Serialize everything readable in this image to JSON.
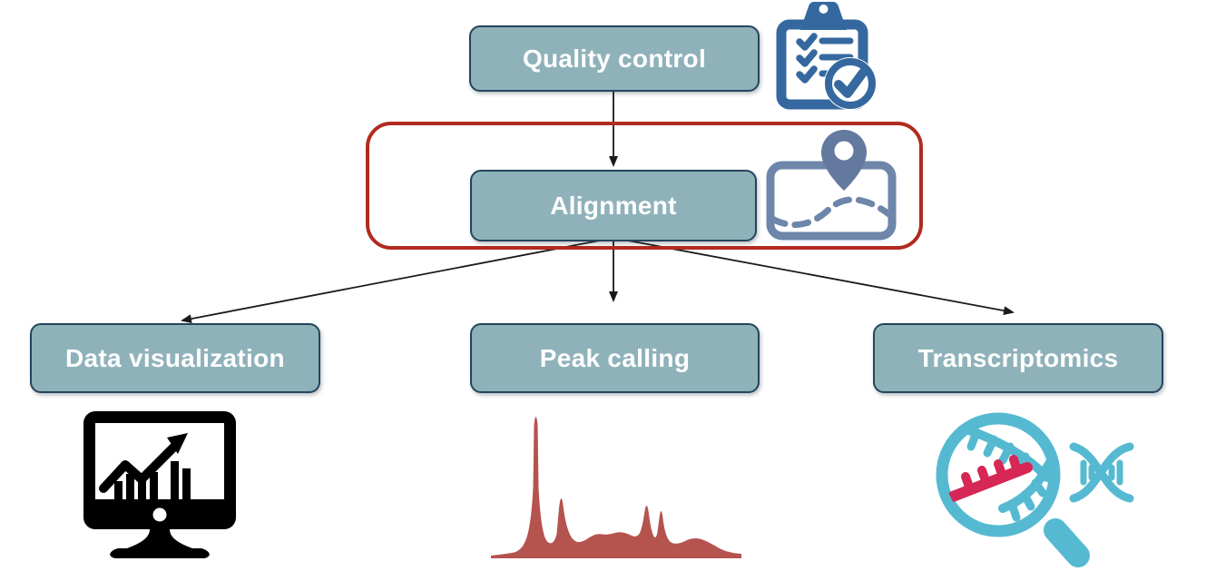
{
  "figure": {
    "type": "flowchart",
    "description": "Sequencing analysis workflow with highlighted alignment step"
  },
  "nodes": {
    "quality_control": {
      "label": "Quality control",
      "icon": "clipboard-checklist-icon"
    },
    "alignment": {
      "label": "Alignment",
      "icon": "map-location-pin-icon",
      "highlighted": true
    },
    "data_visualization": {
      "label": "Data visualization",
      "icon": "monitor-chart-icon"
    },
    "peak_calling": {
      "label": "Peak calling",
      "icon": "coverage-peaks-icon"
    },
    "transcriptomics": {
      "label": "Transcriptomics",
      "icon": "magnifier-dna-icon"
    }
  },
  "edges": [
    {
      "from": "quality_control",
      "to": "alignment"
    },
    {
      "from": "alignment",
      "to": "data_visualization"
    },
    {
      "from": "alignment",
      "to": "peak_calling"
    },
    {
      "from": "alignment",
      "to": "transcriptomics"
    }
  ],
  "colors": {
    "node_fill": "#8fb2ba",
    "node_border": "#24455c",
    "node_text": "#ffffff",
    "highlight_border": "#b12a1f",
    "arrow": "#1a1a1a",
    "clipboard_icon": "#35689f",
    "map_frame_icon": "#6d86aa",
    "map_pin_icon": "#64799e",
    "monitor_icon": "#000000",
    "peaks_icon": "#b5534f",
    "magnifier_icon": "#56b9d2",
    "rna_fragment": "#d62756"
  }
}
